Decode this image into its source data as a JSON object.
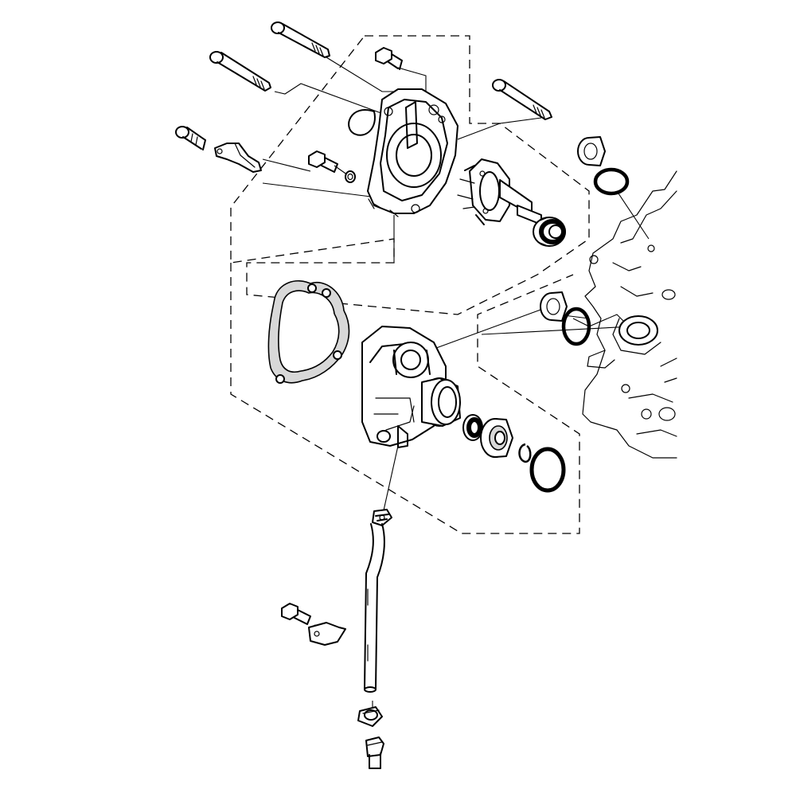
{
  "diagram": {
    "parts": [
      {
        "name": "long-bolt-1"
      },
      {
        "name": "long-bolt-2"
      },
      {
        "name": "long-bolt-3"
      },
      {
        "name": "short-bolt-top"
      },
      {
        "name": "bolt-left-bracket"
      },
      {
        "name": "bracket"
      },
      {
        "name": "water-pump-cover"
      },
      {
        "name": "bolt-with-washer"
      },
      {
        "name": "impeller-shaft"
      },
      {
        "name": "mechanical-seal"
      },
      {
        "name": "collar-sleeve"
      },
      {
        "name": "o-ring-upper"
      },
      {
        "name": "housing-gasket"
      },
      {
        "name": "water-pump-housing"
      },
      {
        "name": "oil-seal"
      },
      {
        "name": "bearing"
      },
      {
        "name": "circlip"
      },
      {
        "name": "o-ring-large"
      },
      {
        "name": "collar-sleeve-lower"
      },
      {
        "name": "o-ring-lower"
      },
      {
        "name": "hose-clamp-upper"
      },
      {
        "name": "drain-hose"
      },
      {
        "name": "hose-clamp-lower"
      },
      {
        "name": "bolt-lower"
      },
      {
        "name": "hose-guide-clip"
      },
      {
        "name": "crankcase-section"
      }
    ],
    "line_color": "#000000",
    "background": "#ffffff"
  }
}
